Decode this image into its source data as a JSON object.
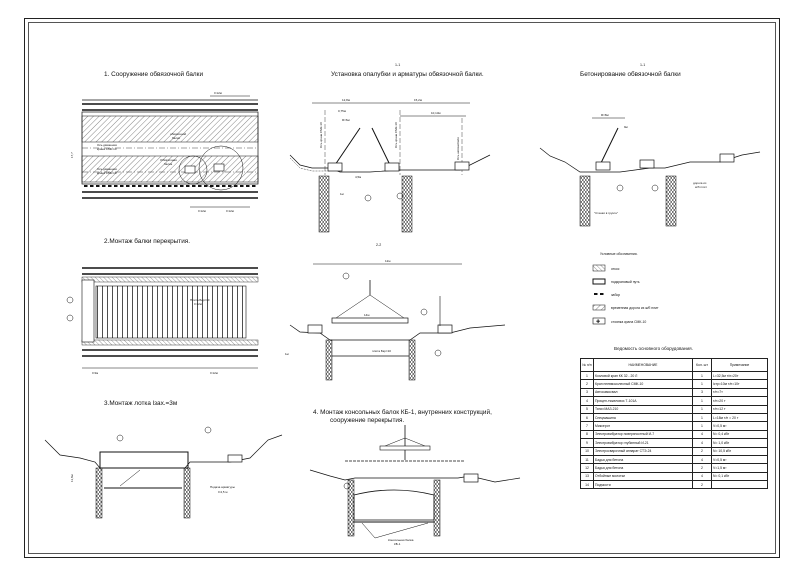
{
  "titles": {
    "t1": "1. Сооружение обвязочной балки",
    "t1b_sec": "1-1",
    "t1b": "Установка опалубки и арматуры обвязочной балки.",
    "t1c_sec": "1-1",
    "t1c": "Бетонирование обвязочной балки",
    "t2": "2.Монтаж балки перекрытия.",
    "t2b_sec": "2-2",
    "t3": "3.Монтаж лотка  lзах.=3м",
    "t4_line1": "4. Монтаж консольных балок КБ-1, внутренних конструкций,",
    "t4_line2": "сооружение перекрытия."
  },
  "plan1": {
    "dim_right": "l=12м",
    "crane_path_1": "Ось движения",
    "crane_path_1b": "крана СМК-10",
    "crane_path_2": "Ось движения",
    "crane_path_2b": "крана СМК-10",
    "beam": "обвязочной",
    "beam_b": "балки",
    "beam_c": "Обвязочная",
    "beam_d": "балка",
    "dim_a": "l=12м",
    "dim_b": "l=12м",
    "height": "17,7"
  },
  "sec1": {
    "d1": "12,8м",
    "d2": "15,2м",
    "d3": "10,13м",
    "d4": "0,75м",
    "d5": "R=6м",
    "d6": "4,5м",
    "d7": "1м",
    "c1": "Ось крана СМК-10",
    "c2": "Ось крана СМК-10",
    "c3": "Ось автомобиля"
  },
  "sec1c": {
    "d1": "R=8м",
    "d2": "9м",
    "road": "дорога из",
    "road_b": "ж/б плит",
    "soil": "\"Стенки в грунте\""
  },
  "plan2": {
    "slab": "Плита Бкр=10",
    "slab_dim": "l=12м",
    "dim": "l=3м",
    "dim2": "l=12м"
  },
  "sec2": {
    "span": "12м",
    "d1": "14м",
    "d2": "1м",
    "slab": "плита Бкр=10"
  },
  "sec3": {
    "h": "11,8м",
    "feed": "Подача арматуры",
    "feed_b": "l=4,5 м"
  },
  "sec4": {
    "beam": "Консольная балка",
    "beam_b": "КБ-1"
  },
  "legend": {
    "title": "Условные обозначения.",
    "items": [
      {
        "label": "откос"
      },
      {
        "label": "подкрановый путь"
      },
      {
        "label": "забор"
      },
      {
        "label": "временная дорога из ж/б плит"
      },
      {
        "label": "стоянка крана СМК-10"
      }
    ]
  },
  "table": {
    "title": "Ведомость основного оборудования.",
    "headers": [
      "№ п/п",
      "НАИМЕНОВАНИЕ",
      "Кол. шт",
      "Примечание"
    ],
    "rows": [
      [
        "1",
        "Козловой кран КК 32 - 20 Л",
        "1",
        "L=32,5м т/п=20т"
      ],
      [
        "2",
        "Кран пневмоколесный СМК-10",
        "1",
        "lстр=10м т/п=10т"
      ],
      [
        "3",
        "Автосамосвал",
        "3",
        "т/п=7т"
      ],
      [
        "4",
        "Прицеп-тяжеловоз Т-101А",
        "1",
        "т/п=20 т"
      ],
      [
        "5",
        "Тягач МАЗ-210",
        "1",
        "т/п=12 т"
      ],
      [
        "6",
        "Спецмашина",
        "1",
        "L=18м т/п = 20 т"
      ],
      [
        "7",
        "Миксерот",
        "1",
        "V=0,5 м³"
      ],
      [
        "8",
        "Электровибратор поверхностный И-7",
        "4",
        "N= 0,4 кВт"
      ],
      [
        "9",
        "Электровибратор глубинный И-21",
        "4",
        "N= 1,0 кВт"
      ],
      [
        "10",
        "Электросварочный аппарат СТЭ-24",
        "2",
        "N= 10,5 кВт"
      ],
      [
        "11",
        "Бадья для бетона",
        "4",
        "V=0,5 м³"
      ],
      [
        "12",
        "Бадья для бетона",
        "2",
        "V=1,5 м³"
      ],
      [
        "13",
        "Отбойные молотки",
        "4",
        "N= 0,1 кВт"
      ],
      [
        "14",
        "Подмости",
        "2",
        ""
      ]
    ]
  }
}
